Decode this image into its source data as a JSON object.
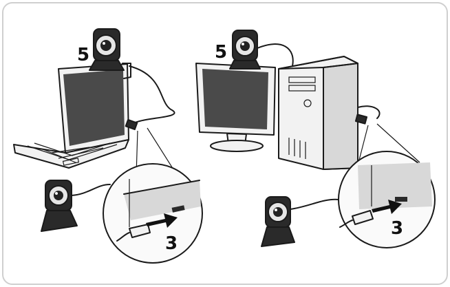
{
  "labels": {
    "laptop_webcam_step": "5",
    "desktop_webcam_step": "5",
    "laptop_usb_step": "3",
    "desktop_usb_step": "3"
  },
  "colors": {
    "ink": "#1a1a1a",
    "screen": "#4a4a4a",
    "frame": "#cfcfcf",
    "arrow": "#111111"
  }
}
